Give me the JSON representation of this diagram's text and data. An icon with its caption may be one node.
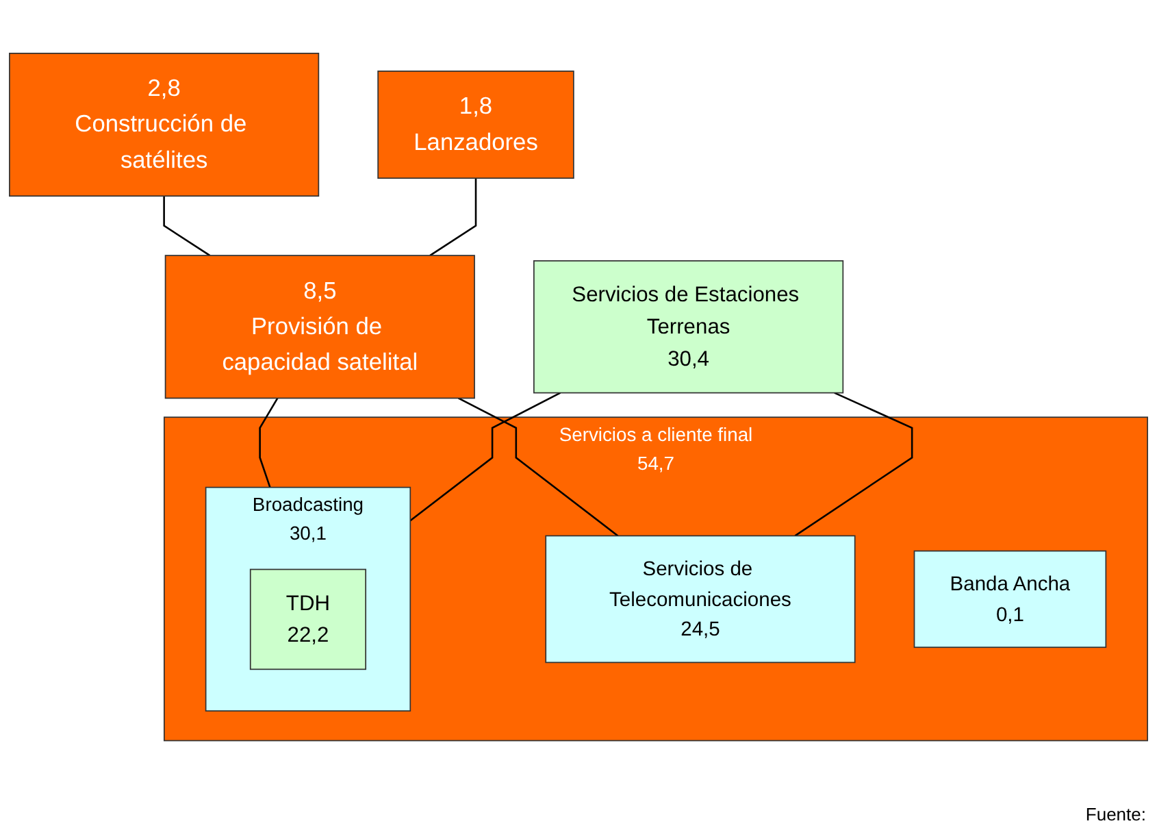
{
  "diagram": {
    "nodes": [
      {
        "text": [
          "2,8",
          "Construcción de satélites"
        ]
      },
      {
        "text": [
          "1,8",
          "Lanzadores"
        ]
      },
      {
        "text": [
          "8,5",
          "Provisión de capacidad satelital"
        ]
      },
      {
        "text": [
          "Servicios de Estaciones Terrenas",
          "30,4"
        ]
      },
      {
        "text": [
          "Servicios a cliente final",
          "54,7"
        ]
      },
      {
        "text": [
          "Servicios de Telecomunicaciones",
          "24,5"
        ],
        "in": 4
      },
      {
        "text": [
          "Banda Ancha",
          "0,1"
        ],
        "in": 4
      },
      {
        "text": [
          "Broadcasting",
          "30,1"
        ],
        "in": 4
      },
      {
        "text": [
          "TDH",
          "22,2"
        ],
        "in": 7
      }
    ],
    "edges": [
      {
        "from": 0,
        "to": 2,
        "arrow": "none"
      },
      {
        "from": 1,
        "to": 2,
        "arrow": "none"
      },
      {
        "from": 2,
        "to": 5,
        "arrow": "none"
      },
      {
        "from": 2,
        "to": 7,
        "arrow": "none"
      },
      {
        "from": 3,
        "to": 5,
        "arrow": "none"
      },
      {
        "from": 3,
        "to": 7,
        "arrow": "none"
      }
    ],
    "labels": [
      "Fuente:"
    ]
  }
}
